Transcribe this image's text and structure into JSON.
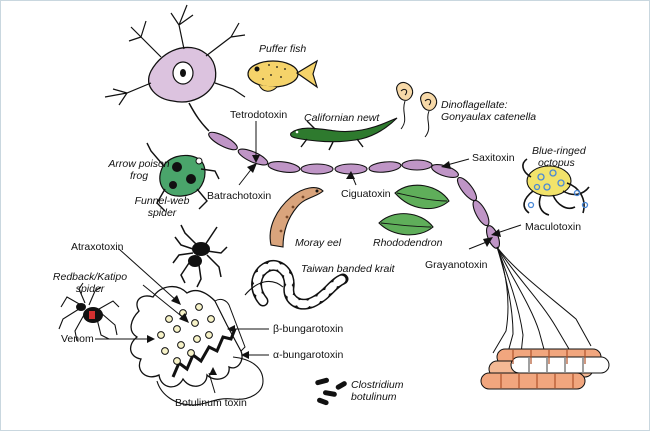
{
  "labels": {
    "puffer_fish": "Puffer fish",
    "tetrodotoxin": "Tetrodotoxin",
    "californian_newt": "Californian newt",
    "dinoflagellate_1": "Dinoflagellate:",
    "dinoflagellate_2": "Gonyaulax catenella",
    "saxitoxin": "Saxitoxin",
    "blue_ringed_1": "Blue-ringed",
    "blue_ringed_2": "octopus",
    "arrow_frog_1": "Arrow poison",
    "arrow_frog_2": "frog",
    "batrachotoxin": "Batrachotoxin",
    "ciguatoxin": "Ciguatoxin",
    "maculotoxin": "Maculotoxin",
    "funnel_web_1": "Funnel-web",
    "funnel_web_2": "spider",
    "moray_eel": "Moray eel",
    "rhododendron": "Rhododendron",
    "grayanotoxin": "Grayanotoxin",
    "atraxotoxin": "Atraxotoxin",
    "krait": "Taiwan banded krait",
    "redback_1": "Redback/Katipo",
    "redback_2": "spider",
    "beta_bungarotoxin": "β-bungarotoxin",
    "venom": "Venom",
    "alpha_bungarotoxin": "α-bungarotoxin",
    "botulinum_toxin": "Botulinum toxin",
    "clostridium_1": "Clostridium",
    "clostridium_2": "botulinum"
  },
  "colors": {
    "neuron_fill": "#dcc3df",
    "myelin_fill": "#bf95c6",
    "puffer_fill": "#f5d36a",
    "newt_fill": "#2e7a2e",
    "frog_fill": "#4aa56b",
    "leaf_fill": "#5fae5a",
    "octopus_fill": "#f2e36a",
    "octopus_rings": "#4a88d6",
    "muscle_fill": "#f1a67e",
    "dinoflagellate_fill": "#f7d9a8",
    "outline": "#111111"
  }
}
